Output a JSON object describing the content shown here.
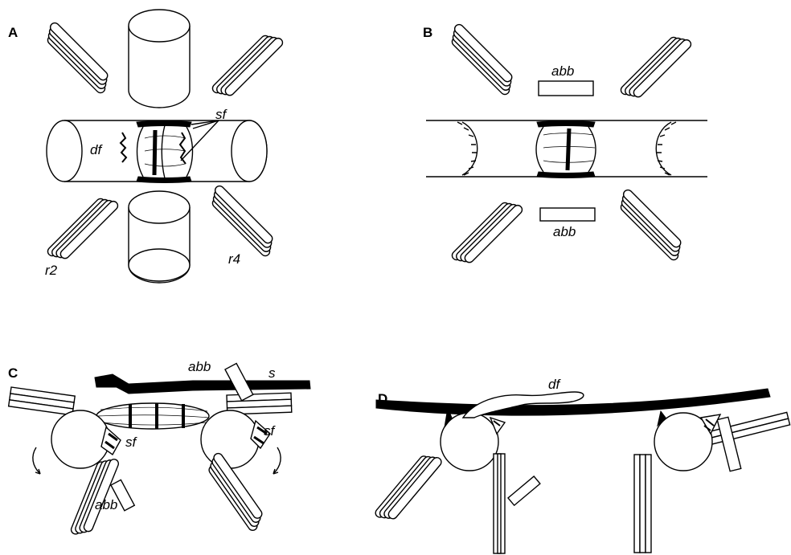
{
  "panels": [
    {
      "id": "A",
      "labels": [
        "sf",
        "df",
        "r2",
        "r4"
      ]
    },
    {
      "id": "B",
      "labels": [
        "abb",
        "abb"
      ]
    },
    {
      "id": "C",
      "labels": [
        "abb",
        "s",
        "sf",
        "sf",
        "abb"
      ]
    },
    {
      "id": "D",
      "labels": [
        "df"
      ]
    }
  ]
}
